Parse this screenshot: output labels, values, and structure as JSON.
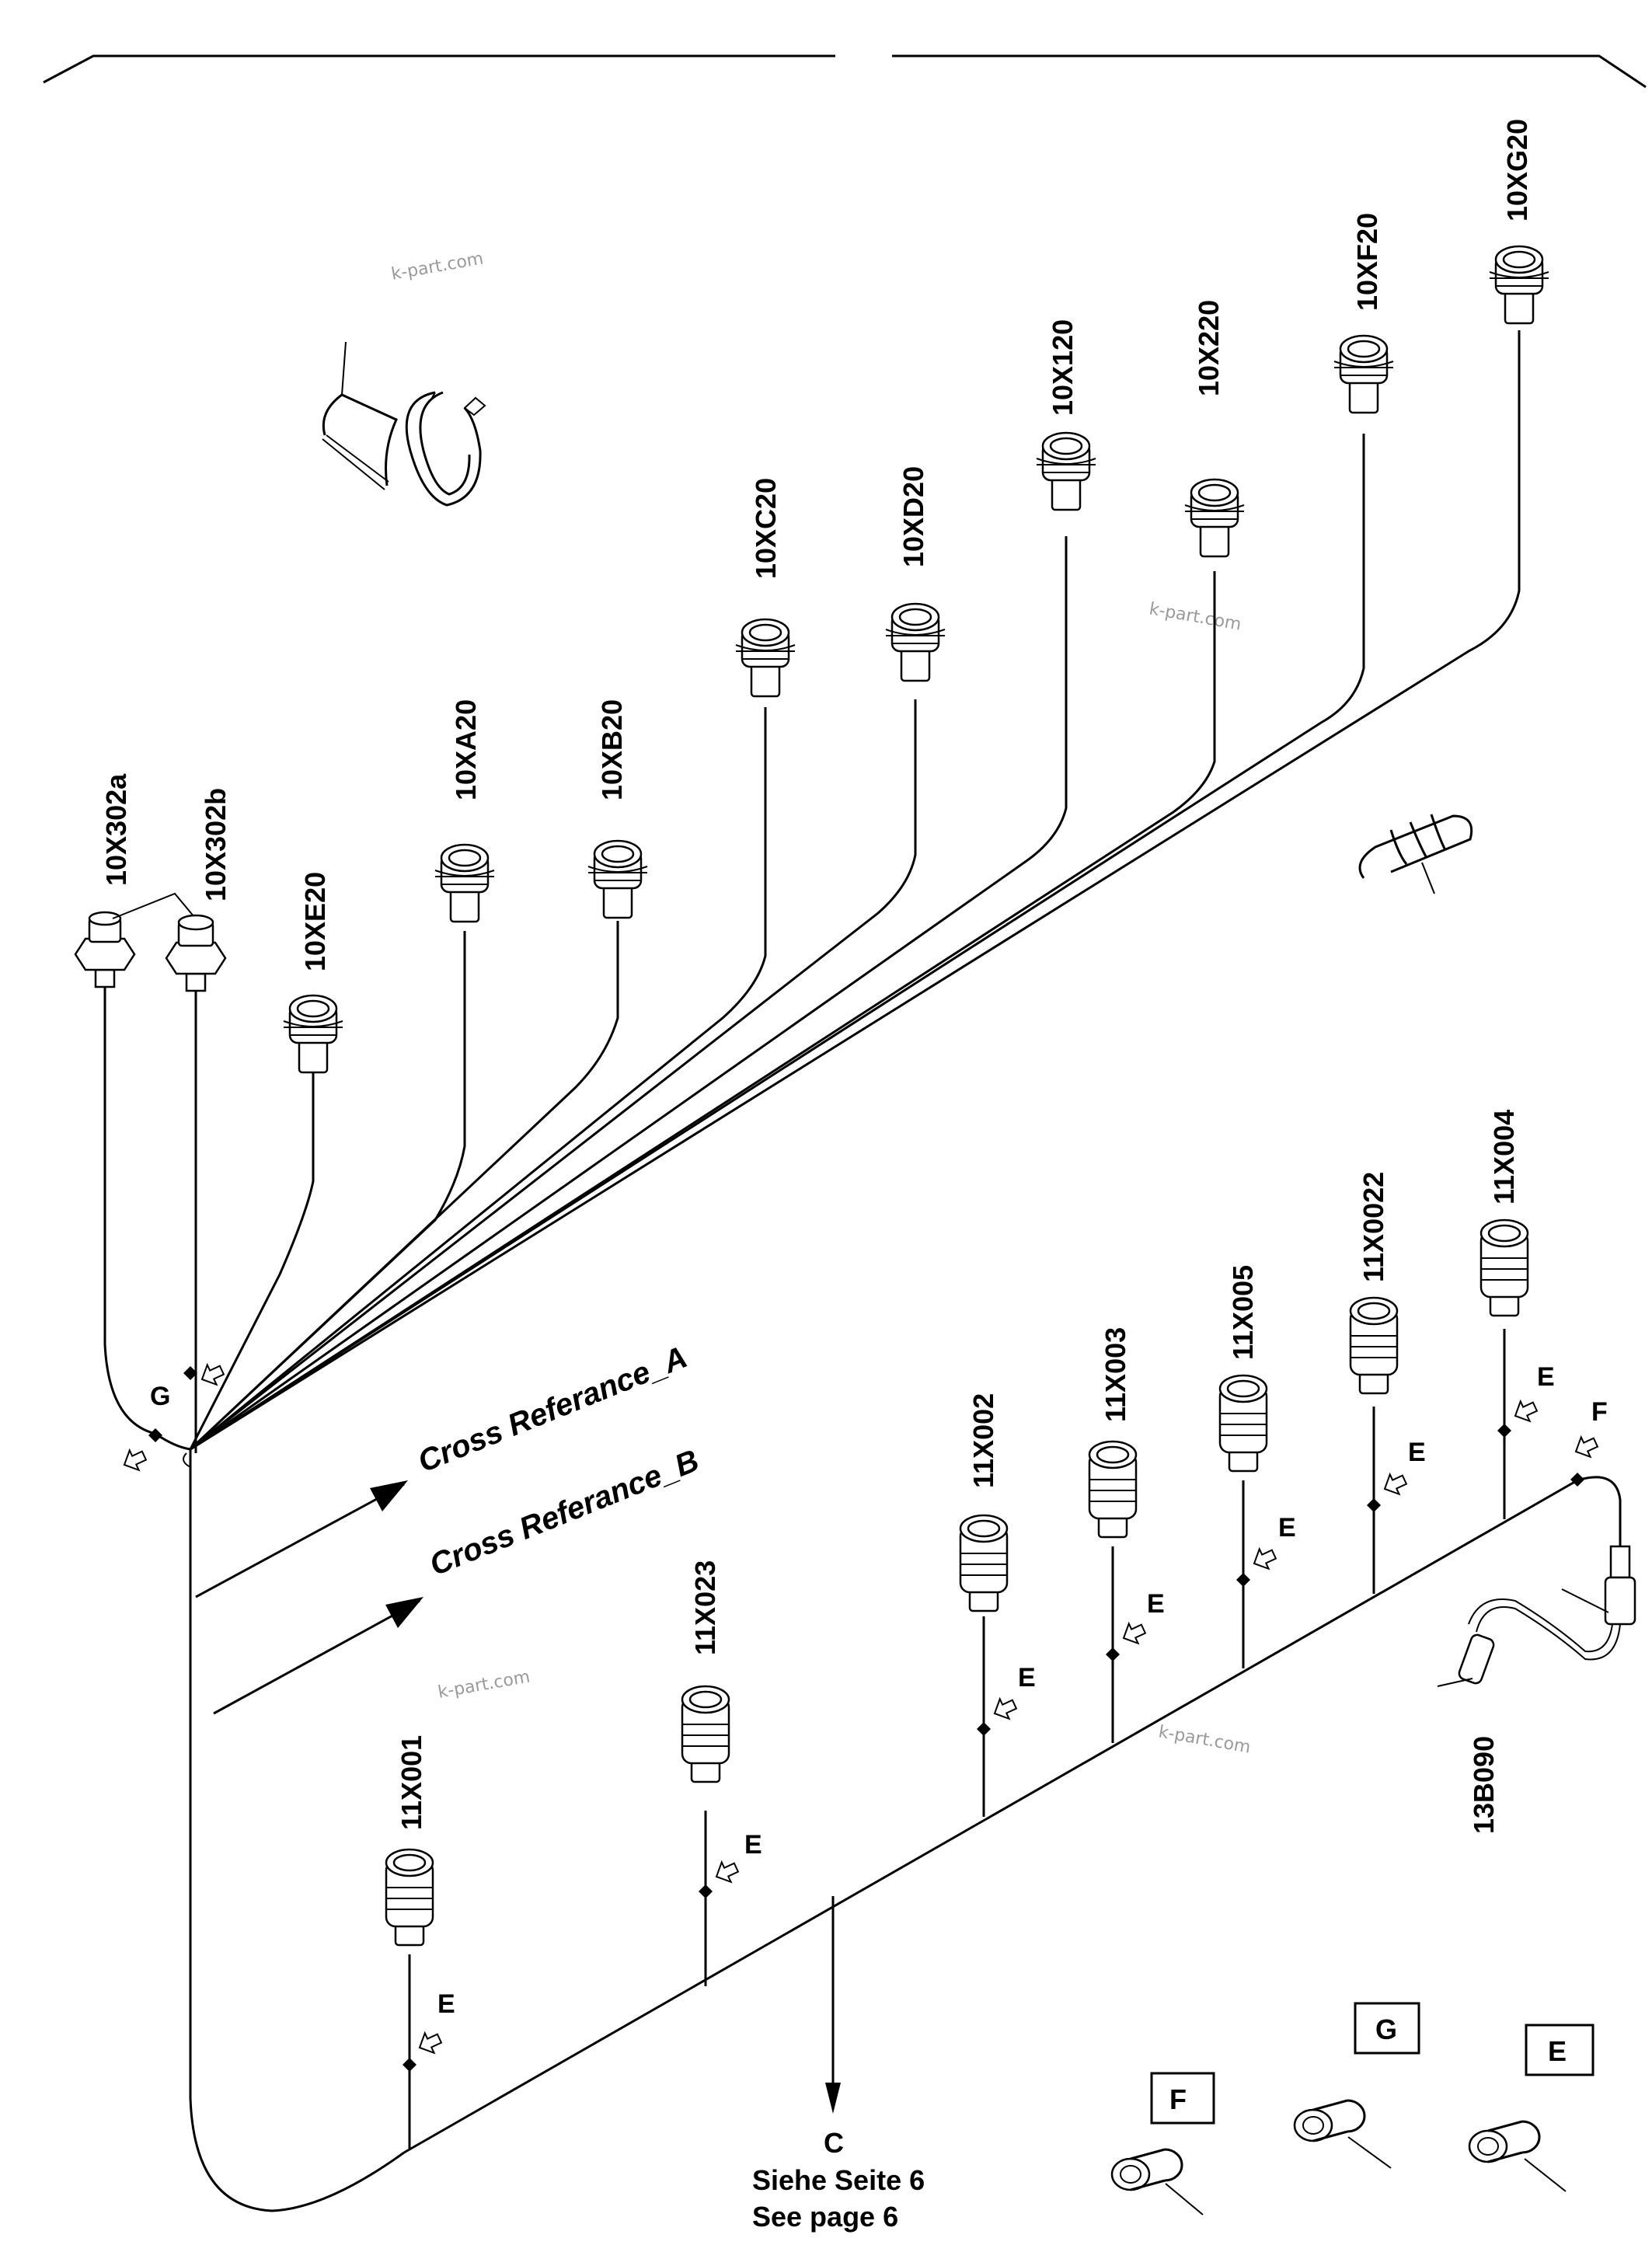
{
  "connectors_top": [
    {
      "id": "10X302a"
    },
    {
      "id": "10X302b"
    },
    {
      "id": "10XE20"
    },
    {
      "id": "10XA20"
    },
    {
      "id": "10XB20"
    },
    {
      "id": "10XC20"
    },
    {
      "id": "10XD20"
    },
    {
      "id": "10X120"
    },
    {
      "id": "10X220"
    },
    {
      "id": "10XF20"
    },
    {
      "id": "10XG20"
    }
  ],
  "connectors_bottom": [
    {
      "id": "11X001"
    },
    {
      "id": "11X023"
    },
    {
      "id": "11X002"
    },
    {
      "id": "11X003"
    },
    {
      "id": "11X005"
    },
    {
      "id": "11X0022"
    },
    {
      "id": "11X004"
    }
  ],
  "sensor": {
    "id": "13B090"
  },
  "markers": {
    "e": "E",
    "f": "F",
    "g": "G",
    "c": "C"
  },
  "cross_refs": {
    "a": "Cross Referance_A",
    "b": "Cross Referance_B"
  },
  "footer": {
    "line1": "Siehe Seite 6",
    "line2": "See page 6"
  },
  "legend": {
    "f": "F",
    "g": "G",
    "e": "E"
  },
  "watermark": "k-part.com"
}
